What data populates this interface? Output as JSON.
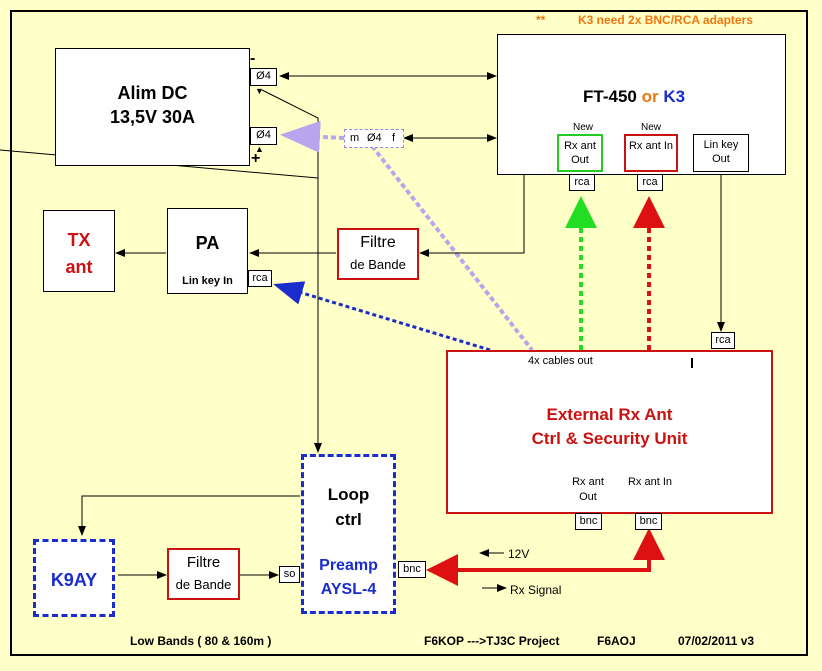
{
  "note": {
    "stars": "**",
    "text": "K3 need 2x BNC/RCA adapters"
  },
  "alim": {
    "title": "Alim DC",
    "spec": "13,5V 30A",
    "port_top": "Ø4",
    "port_bottom": "Ø4",
    "minus": "-",
    "plus": "+"
  },
  "radio": {
    "name_a": "FT-450",
    "or": "or",
    "name_b": "K3",
    "rx_out_new": "New",
    "rx_out": "Rx ant Out",
    "rx_in_new": "New",
    "rx_in": "Rx ant In",
    "lin_key_out": "Lin key Out",
    "port_rca_1": "rca",
    "port_rca_2": "rca"
  },
  "connector": {
    "m": "m",
    "dia": "Ø4",
    "f": "f"
  },
  "tx_ant": {
    "line1": "TX",
    "line2": "ant"
  },
  "pa": {
    "title": "PA",
    "lin_key_in": "Lin key In",
    "port_rca": "rca"
  },
  "filtre_tx": {
    "title": "Filtre",
    "sub": "de Bande"
  },
  "ext_unit": {
    "cables": "4x cables out",
    "line1": "External Rx Ant",
    "line2": "Ctrl & Security Unit",
    "rx_out": "Rx ant Out",
    "rx_in": "Rx ant In",
    "port_bnc_1": "bnc",
    "port_bnc_2": "bnc",
    "port_rca": "rca"
  },
  "loop": {
    "line1": "Loop",
    "line2": "ctrl",
    "preamp": "Preamp",
    "model": "AYSL-4",
    "port_bnc": "bnc"
  },
  "k9ay": {
    "title": "K9AY"
  },
  "filtre_rx": {
    "title": "Filtre",
    "sub": "de Bande",
    "port_so": "so"
  },
  "legend": {
    "v12": "12V",
    "rx_signal": "Rx Signal"
  },
  "footer": {
    "bands": "Low Bands ( 80 & 160m )",
    "project": "F6KOP --->TJ3C Project",
    "author": "F6AOJ",
    "date": "07/02/2011  v3"
  },
  "colors": {
    "red": "#cc1111",
    "blue": "#1a2ccc",
    "green": "#22dd22",
    "lilac": "#b9a4ee",
    "bg": "#ffffc8",
    "note": "#ee7711"
  }
}
